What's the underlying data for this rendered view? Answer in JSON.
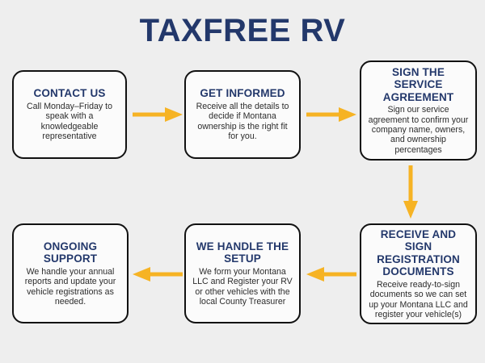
{
  "page": {
    "title": "TAXFREE RV",
    "background_color": "#eeeeee",
    "heading_color": "#23386b",
    "body_text_color": "#2c2c2c",
    "box_border_color": "#111111",
    "box_fill_color": "#fbfbfb",
    "arrow_color": "#f6b324"
  },
  "steps": [
    {
      "id": "contact-us",
      "title": "CONTACT US",
      "body": "Call Monday–Friday to speak with a knowledgeable representative"
    },
    {
      "id": "get-informed",
      "title": "GET INFORMED",
      "body": "Receive all the details to decide if Montana ownership is the right fit for you."
    },
    {
      "id": "sign-the-service-agreement",
      "title": "SIGN THE SERVICE AGREEMENT",
      "body": "Sign our service agreement to confirm your company name, owners, and ownership percentages"
    },
    {
      "id": "receive-and-sign-registration-documents",
      "title": "RECEIVE AND SIGN REGISTRATION DOCUMENTS",
      "body": "Receive ready-to-sign documents so we can set up your Montana LLC and register your vehicle(s)"
    },
    {
      "id": "we-handle-the-setup",
      "title": "WE HANDLE THE SETUP",
      "body": "We form your Montana LLC and Register your RV or other vehicles with the local County Treasurer"
    },
    {
      "id": "ongoing-support",
      "title": "ONGOING SUPPORT",
      "body": "We handle your annual reports and update your vehicle registrations as needed."
    }
  ],
  "connectors": [
    {
      "id": "contact-us-to-get-informed",
      "direction": "right"
    },
    {
      "id": "get-informed-to-sign-agreement",
      "direction": "right"
    },
    {
      "id": "sign-agreement-to-registration-documents",
      "direction": "down"
    },
    {
      "id": "registration-documents-to-we-handle-setup",
      "direction": "left"
    },
    {
      "id": "we-handle-setup-to-ongoing-support",
      "direction": "left"
    }
  ]
}
